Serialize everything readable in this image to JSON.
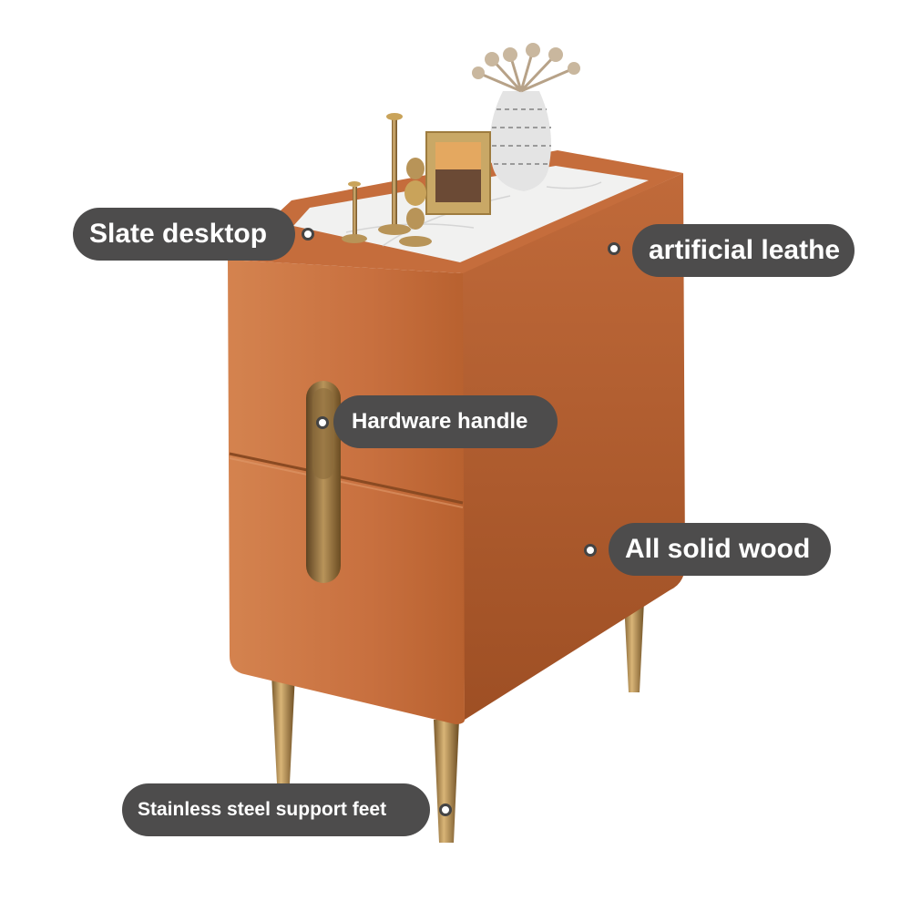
{
  "product": {
    "name": "bedside-cabinet",
    "colors": {
      "leather": "#c8703f",
      "leather_side": "#b8612f",
      "slate": "#f1f1f0",
      "gold": "#b89458",
      "label_bg": "#4d4c4c",
      "label_text": "#ffffff"
    }
  },
  "callouts": {
    "slate_desktop": "Slate desktop",
    "artificial_leather": "artificial leathe",
    "hardware_handle": "Hardware handle",
    "solid_wood": "All solid wood",
    "support_feet": "Stainless steel support feet"
  }
}
